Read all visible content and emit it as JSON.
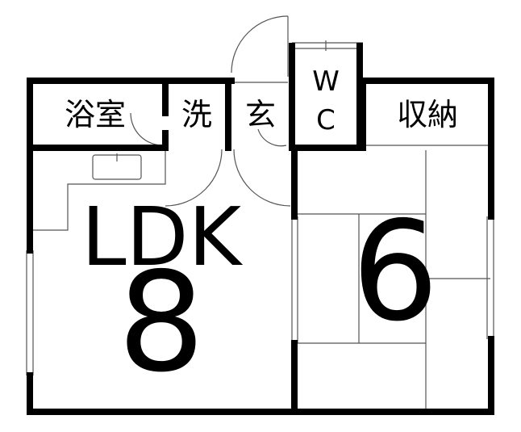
{
  "rooms": {
    "bath": "浴室",
    "wash": "洗",
    "entrance": "玄",
    "wc_top": "W",
    "wc_bottom": "C",
    "storage": "収納",
    "ldk_label": "LDK",
    "ldk_size": "8",
    "japanese_size": "6"
  },
  "colors": {
    "wall": "#000000",
    "thin": "#555555",
    "background": "#ffffff"
  }
}
